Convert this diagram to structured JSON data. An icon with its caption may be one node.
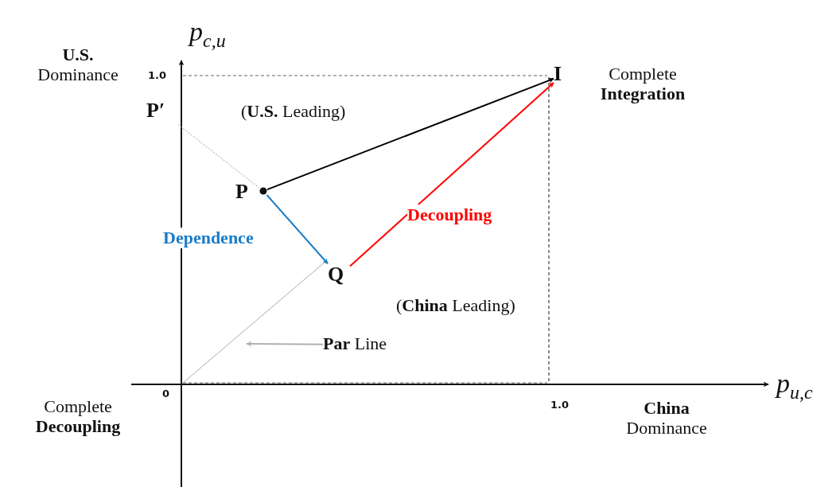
{
  "diagram": {
    "nodes": [
      {
        "text": [
          "P′"
        ]
      },
      {
        "text": [
          "P"
        ]
      },
      {
        "text": [
          "Q"
        ]
      },
      {
        "text": [
          "I"
        ]
      },
      {
        "text": [
          "**Par** Line"
        ]
      }
    ],
    "edges": [
      {
        "from": 1,
        "to": 3,
        "arrow": "to",
        "color": "#000000"
      },
      {
        "from": 1,
        "to": 2,
        "arrow": "to",
        "label": "Dependence",
        "color": "#1a7cc7"
      },
      {
        "from": 2,
        "to": 3,
        "arrow": "to",
        "label": "Decoupling",
        "color": "#ff0000"
      },
      {
        "from": 0,
        "to": 1,
        "arrow": "none",
        "style": "dashed",
        "color": "#9a9a9a"
      },
      {
        "from": 4,
        "to": null,
        "arrow": "to",
        "color": "#b0b0b0"
      }
    ],
    "labels": [
      "*p*$_{c,u}$",
      "**U.S.** Dominance",
      "1.0",
      "Complete **Integration**",
      "(**U.S.** Leading)",
      "(**China** Leading)",
      "0",
      "1.0",
      "*p*$_{u,c}$",
      "Complete **Decoupling**",
      "**China** Dominance"
    ]
  }
}
